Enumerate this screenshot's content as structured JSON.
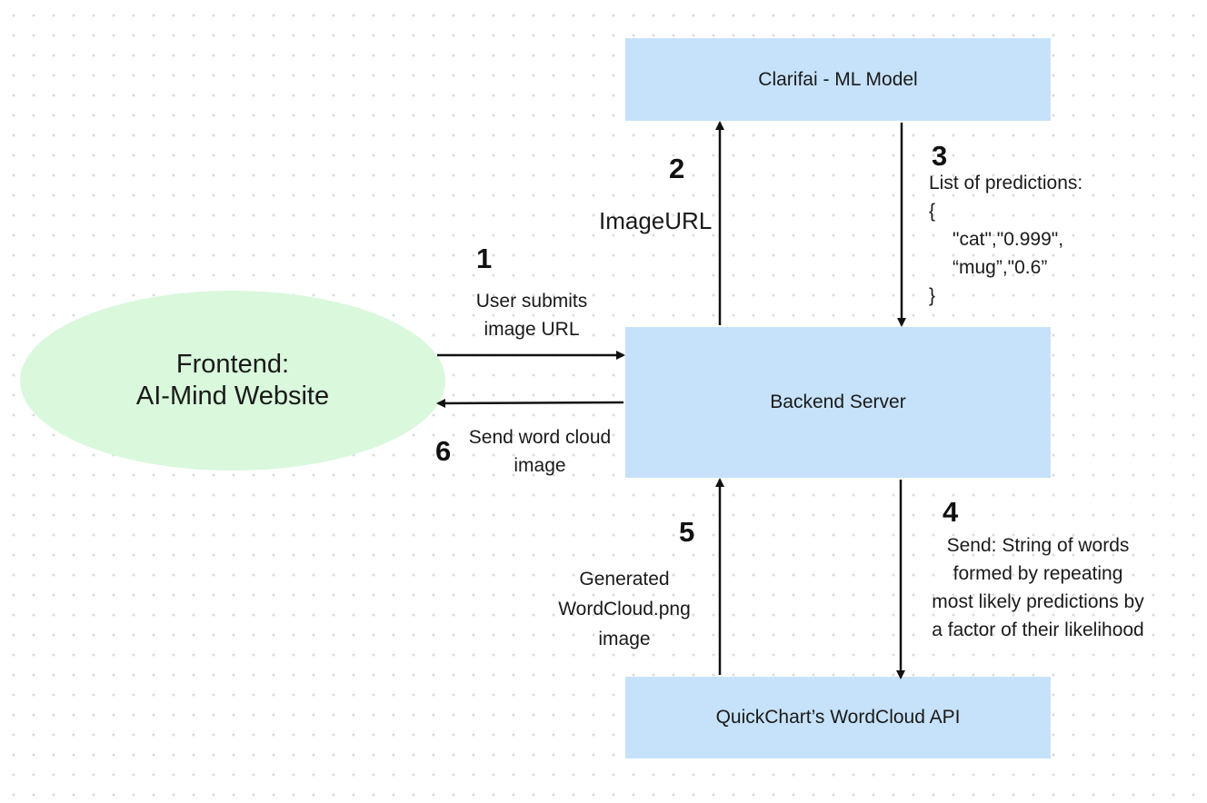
{
  "nodes": {
    "clarifai": "Clarifai - ML Model",
    "backend": "Backend Server",
    "quickchart": "QuickChart’s WordCloud API",
    "frontend_line1": "Frontend:",
    "frontend_line2": "AI-Mind Website"
  },
  "steps": {
    "s1": {
      "num": "1",
      "line1": "User submits",
      "line2": "image URL"
    },
    "s2": {
      "num": "2",
      "line1": "ImageURL"
    },
    "s3": {
      "num": "3",
      "line1": "List of predictions:",
      "line2": "{",
      "line3": "\"cat\",\"0.999\",",
      "line4": "“mug”,\"0.6”",
      "line5": "}"
    },
    "s4": {
      "num": "4",
      "line1": "Send: String of words",
      "line2": "formed by repeating",
      "line3": "most likely predictions by",
      "line4": "a factor of their likelihood"
    },
    "s5": {
      "num": "5",
      "line1": "Generated",
      "line2": "WordCloud.png",
      "line3": "image"
    },
    "s6": {
      "num": "6",
      "line1": "Send word cloud",
      "line2": "image"
    }
  }
}
